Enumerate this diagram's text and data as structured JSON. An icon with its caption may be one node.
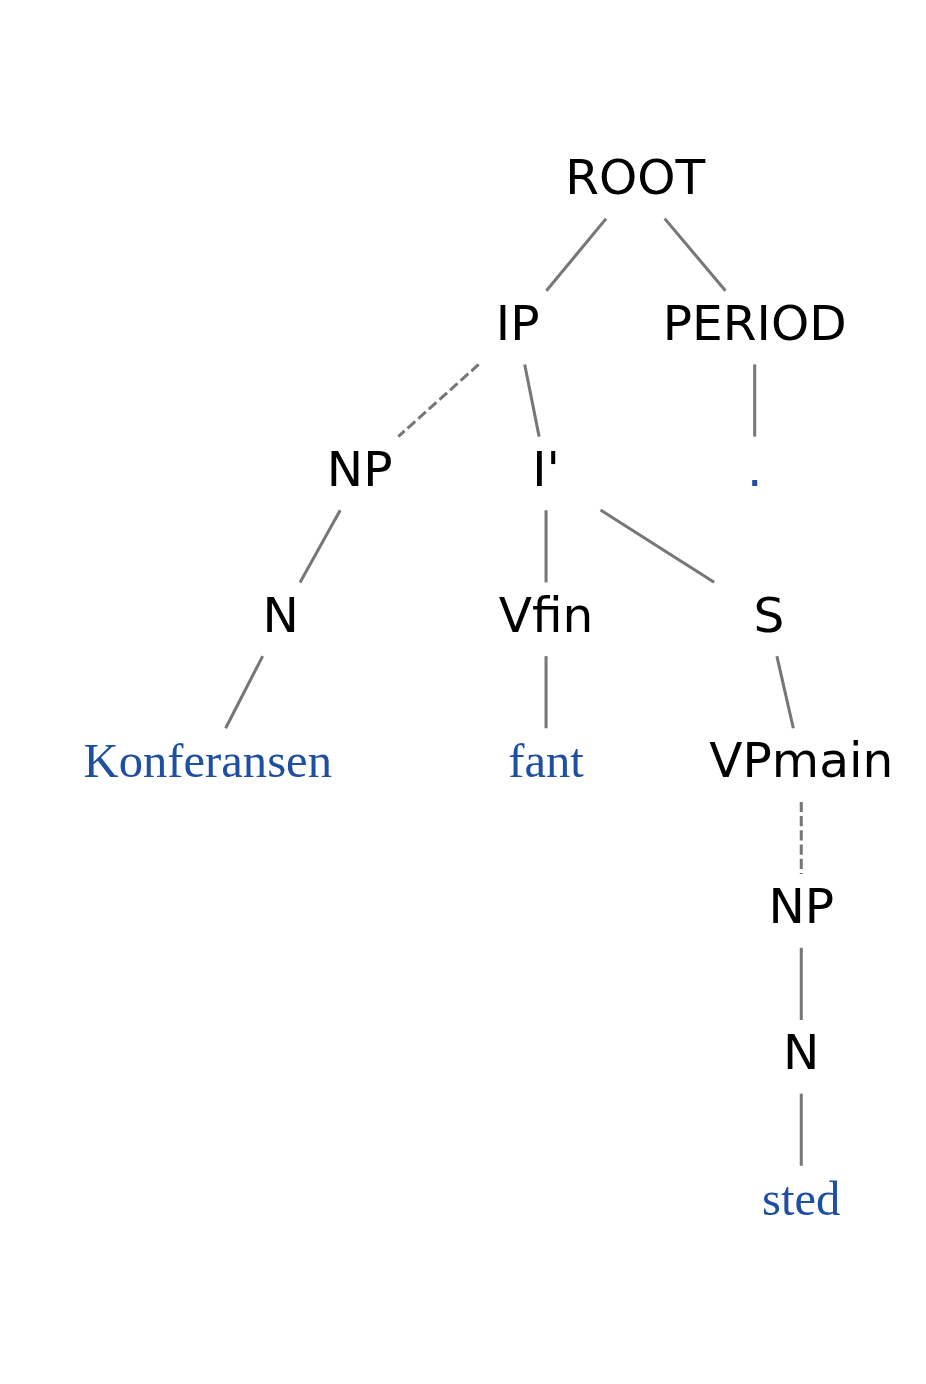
{
  "diagram": {
    "nodes": [
      {
        "text": [
          "ROOT"
        ]
      },
      {
        "text": [
          "IP"
        ]
      },
      {
        "text": [
          "PERIOD"
        ]
      },
      {
        "text": [
          "NP"
        ]
      },
      {
        "text": [
          "I'"
        ]
      },
      {
        "text": [
          "."
        ]
      },
      {
        "text": [
          "N"
        ]
      },
      {
        "text": [
          "Vfin"
        ]
      },
      {
        "text": [
          "S"
        ]
      },
      {
        "text": [
          "Konferansen"
        ]
      },
      {
        "text": [
          "fant"
        ]
      },
      {
        "text": [
          "VPmain"
        ]
      },
      {
        "text": [
          "NP"
        ]
      },
      {
        "text": [
          "N"
        ]
      },
      {
        "text": [
          "sted"
        ]
      }
    ],
    "edges": [
      {
        "from": 0,
        "to": 1,
        "arrow": "none"
      },
      {
        "from": 0,
        "to": 2,
        "arrow": "none"
      },
      {
        "from": 1,
        "to": 3,
        "arrow": "none",
        "style": "dashed"
      },
      {
        "from": 1,
        "to": 4,
        "arrow": "none"
      },
      {
        "from": 2,
        "to": 5,
        "arrow": "none"
      },
      {
        "from": 3,
        "to": 6,
        "arrow": "none"
      },
      {
        "from": 4,
        "to": 7,
        "arrow": "none"
      },
      {
        "from": 4,
        "to": 8,
        "arrow": "none"
      },
      {
        "from": 6,
        "to": 9,
        "arrow": "none"
      },
      {
        "from": 7,
        "to": 10,
        "arrow": "none"
      },
      {
        "from": 8,
        "to": 11,
        "arrow": "none"
      },
      {
        "from": 11,
        "to": 12,
        "arrow": "none",
        "style": "dashed"
      },
      {
        "from": 12,
        "to": 13,
        "arrow": "none"
      },
      {
        "from": 13,
        "to": 14,
        "arrow": "none"
      }
    ]
  }
}
